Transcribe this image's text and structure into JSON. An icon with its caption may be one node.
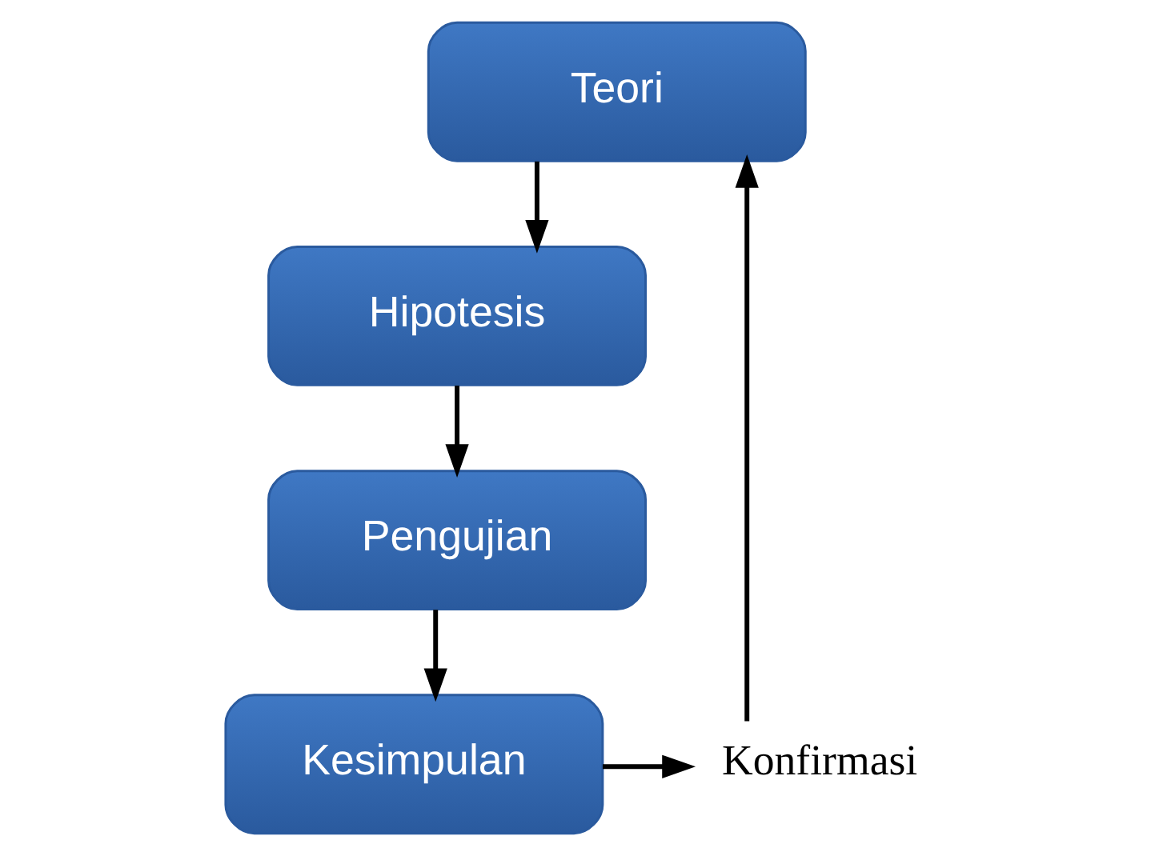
{
  "diagram": {
    "nodes": [
      {
        "text": [
          "Teori"
        ]
      },
      {
        "text": [
          "Hipotesis"
        ]
      },
      {
        "text": [
          "Pengujian"
        ]
      },
      {
        "text": [
          "Kesimpulan"
        ]
      },
      {
        "text": [
          "Konfirmasi"
        ]
      }
    ],
    "edges": [
      {
        "from": 0,
        "to": 1,
        "arrow": "to"
      },
      {
        "from": 1,
        "to": 2,
        "arrow": "to"
      },
      {
        "from": 2,
        "to": 3,
        "arrow": "to"
      },
      {
        "from": 3,
        "to": 4,
        "arrow": "to"
      },
      {
        "from": 4,
        "to": 0,
        "arrow": "to"
      }
    ]
  }
}
